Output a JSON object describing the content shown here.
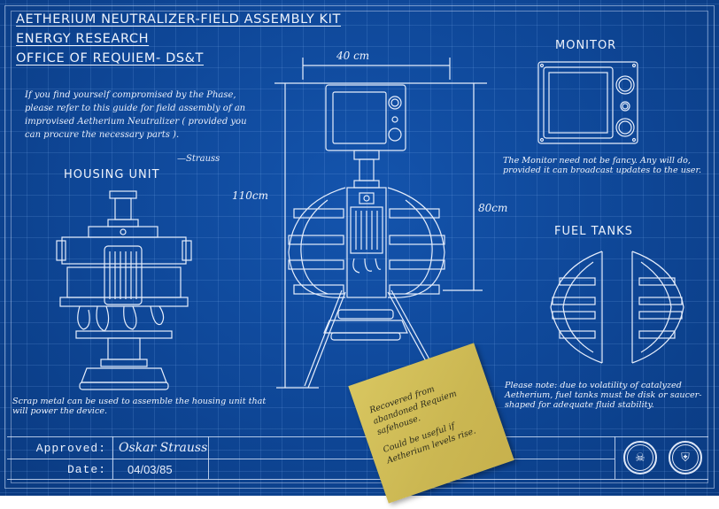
{
  "header": {
    "title": "AETHERIUM NEUTRALIZER-FIELD ASSEMBLY KIT",
    "department": "ENERGY RESEARCH",
    "office": "OFFICE OF REQUIEM- DS&T"
  },
  "intro": {
    "text": "If you find yourself compromised by the Phase, please refer to this guide for field assembly of an improvised Aetherium Neutralizer ( provided you can procure the necessary parts ).",
    "signature": "—Strauss"
  },
  "housing_unit": {
    "title": "HOUSING UNIT",
    "note": "Scrap metal can be used to assemble the housing unit that will power the device."
  },
  "main_diagram": {
    "width_label": "40 cm",
    "height_label": "110cm",
    "body_height_label": "80cm"
  },
  "monitor": {
    "title": "MONITOR",
    "note": "The Monitor need not be fancy. Any will do, provided it can broadcast updates to the user."
  },
  "fuel_tanks": {
    "title": "FUEL TANKS",
    "note": "Please note: due to volatility of catalyzed Aetherium, fuel tanks must be disk or saucer-shaped for adequate fluid stability."
  },
  "sticky_note": {
    "line1": "Recovered from abandoned Requiem safehouse.",
    "line2": "Could be useful if Aetherium levels rise."
  },
  "title_block": {
    "approved_label": "Approved:",
    "approved_value": "Oskar Strauss",
    "date_label": "Date:",
    "date_value": "04/03/85"
  },
  "seals": [
    {
      "name": "requiem-seal-icon"
    },
    {
      "name": "agency-eagle-seal-icon"
    }
  ],
  "colors": {
    "blueprint": "#0d4597",
    "line": "#e6eefc",
    "sticky": "#d2bf58"
  }
}
